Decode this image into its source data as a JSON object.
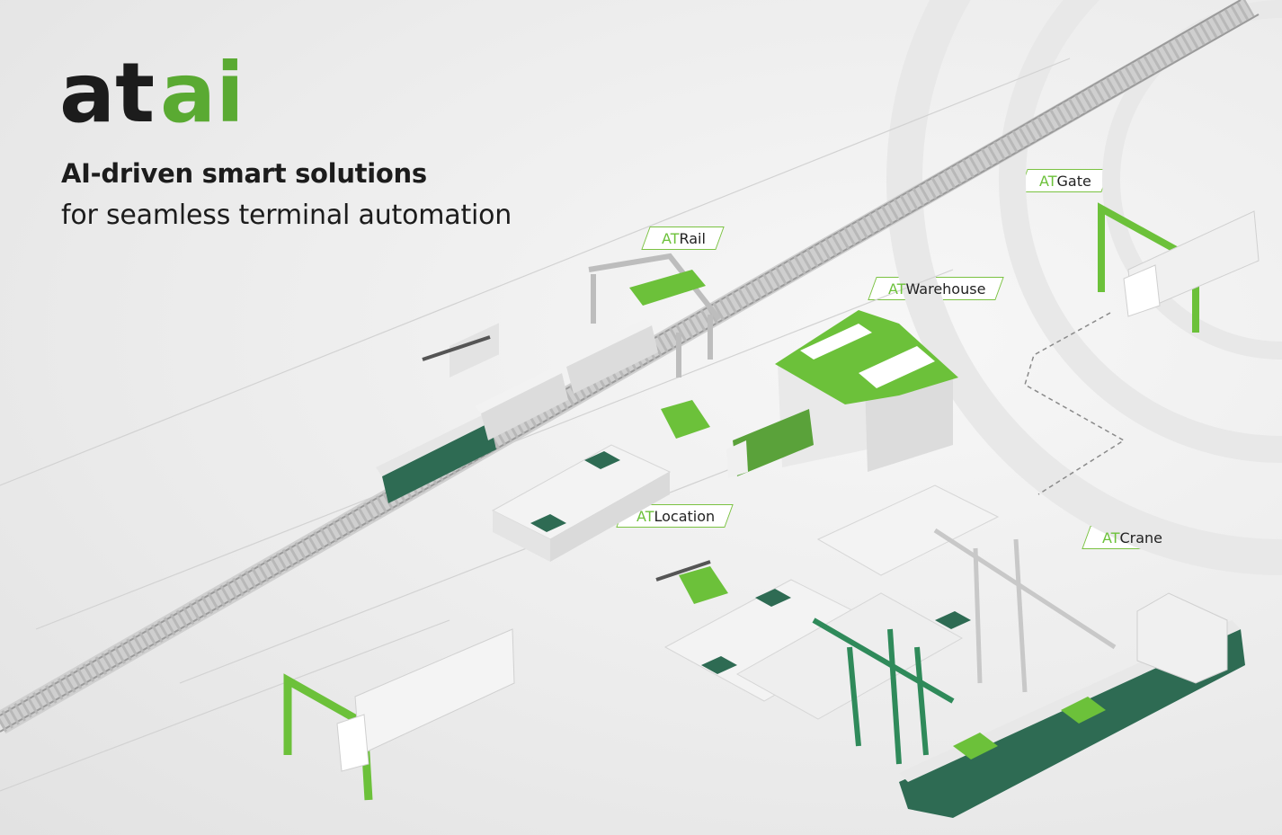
{
  "brand": {
    "logo_text_dark": "at",
    "logo_text_green": "ai"
  },
  "headline": "AI-driven smart solutions",
  "subheadline": "for seamless terminal automation",
  "tags": {
    "rail": {
      "prefix": "AT",
      "name": "Rail"
    },
    "warehouse": {
      "prefix": "AT",
      "name": "Warehouse"
    },
    "gate": {
      "prefix": "AT",
      "name": "Gate"
    },
    "location": {
      "prefix": "AT",
      "name": "Location"
    },
    "crane": {
      "prefix": "AT",
      "name": "Crane"
    }
  },
  "colors": {
    "accent": "#7bc242",
    "accent_dark": "#2f8a3c",
    "ship_hull": "#2e6b53",
    "text": "#1c1c1c"
  }
}
